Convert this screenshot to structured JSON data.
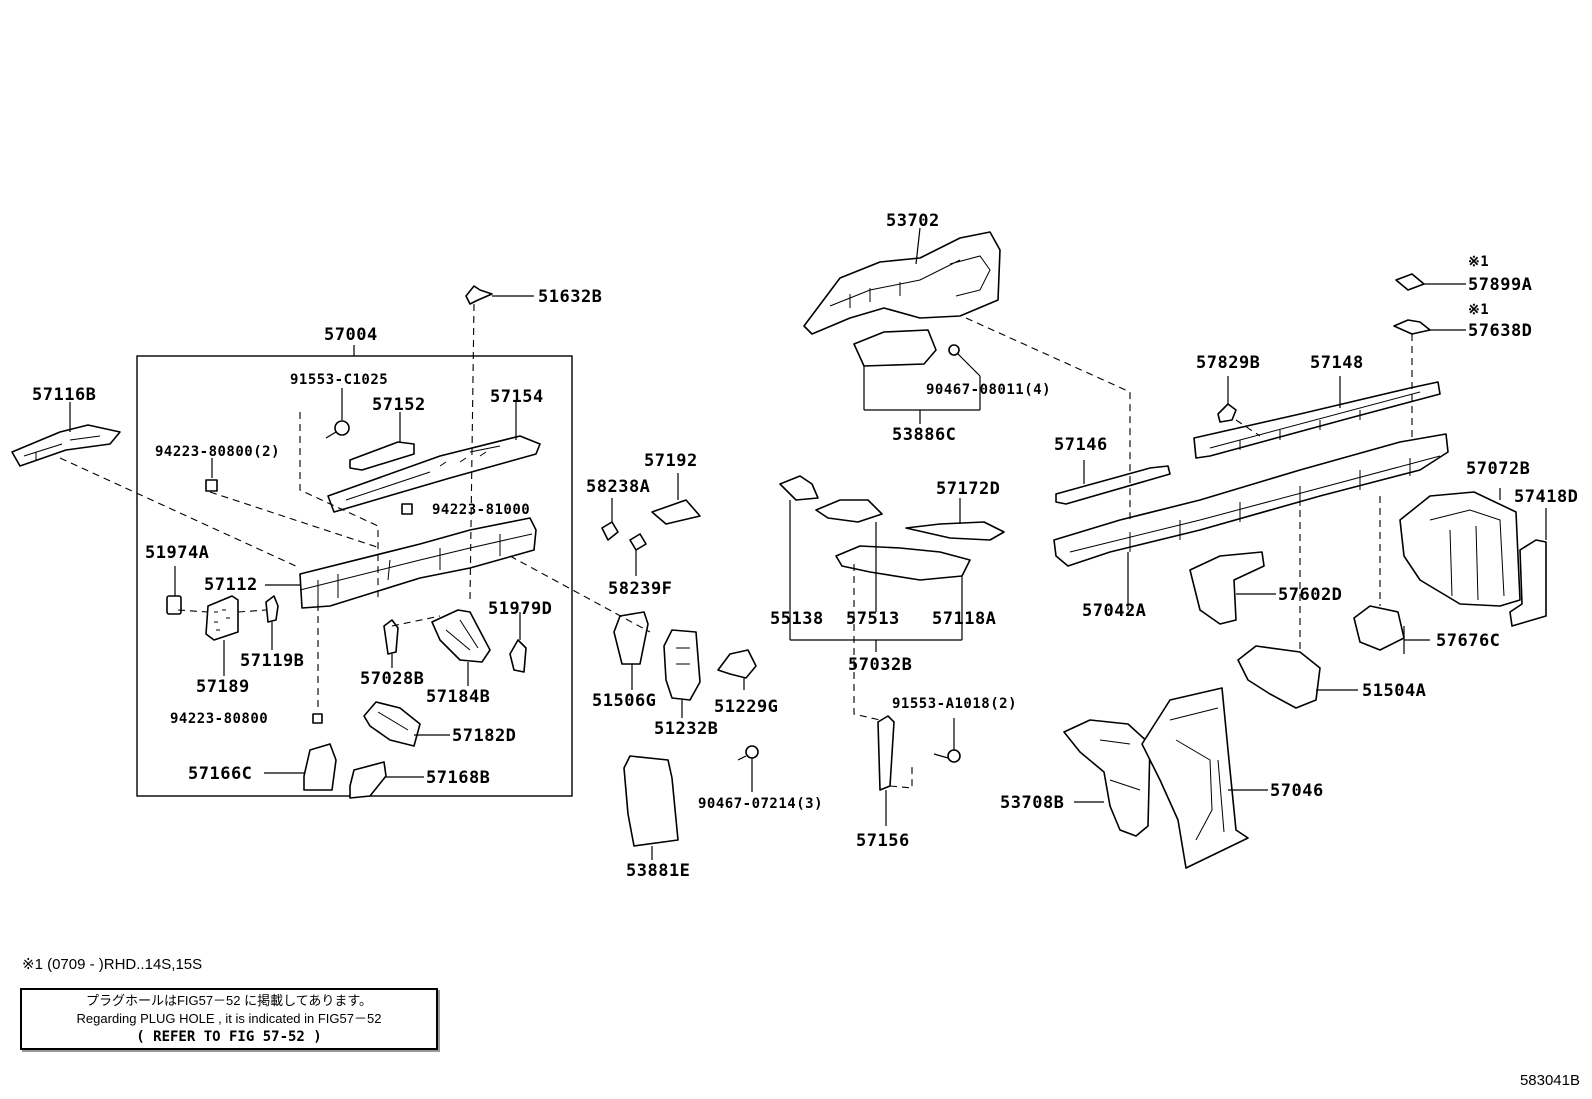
{
  "parts": {
    "p57116B": "57116B",
    "p57004": "57004",
    "p91553C1025": "91553-C1025",
    "p57152": "57152",
    "p57154": "57154",
    "p94223_80800_2": "94223-80800(2)",
    "p94223_81000": "94223-81000",
    "p51974A": "51974A",
    "p57112": "57112",
    "p57189": "57189",
    "p57119B": "57119B",
    "p51979D": "51979D",
    "p57028B": "57028B",
    "p57184B": "57184B",
    "p94223_80800": "94223-80800",
    "p57182D": "57182D",
    "p57166C": "57166C",
    "p57168B": "57168B",
    "p51632B": "51632B",
    "p58238A": "58238A",
    "p57192": "57192",
    "p58239F": "58239F",
    "p51506G": "51506G",
    "p51232B": "51232B",
    "p51229G": "51229G",
    "p90467_07214": "90467-07214(3)",
    "p53881E": "53881E",
    "p53702": "53702",
    "p90467_08011": "90467-08011(4)",
    "p53886C": "53886C",
    "p57172D": "57172D",
    "p55138": "55138",
    "p57513": "57513",
    "p57118A": "57118A",
    "p57032B": "57032B",
    "p91553A1018": "91553-A1018(2)",
    "p57156": "57156",
    "p57146": "57146",
    "p57829B": "57829B",
    "p57148": "57148",
    "p57899A": "57899A",
    "p57638D": "57638D",
    "p57042A": "57042A",
    "p57602D": "57602D",
    "p57072B": "57072B",
    "p57418D": "57418D",
    "p57676C": "57676C",
    "p51504A": "51504A",
    "p53708B": "53708B",
    "p57046": "57046",
    "mark1": "※1",
    "mark2": "※1"
  },
  "footnote": "※1 (0709 -        )RHD..14S,15S",
  "note": {
    "line1": "プラグホールはFIG57－52 に掲載してあります。",
    "line2": "Regarding PLUG HOLE , it is indicated in FIG57－52",
    "line3": "( REFER TO FIG 57-52 )"
  },
  "figure_code": "583041B"
}
